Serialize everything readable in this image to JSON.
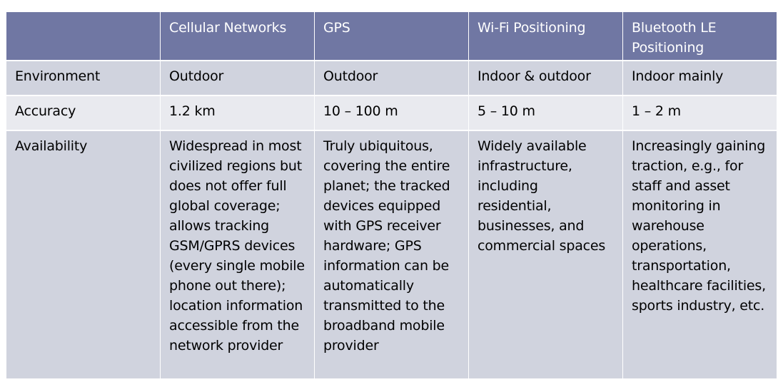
{
  "table": {
    "headers": [
      "",
      "Cellular Networks",
      "GPS",
      "Wi-Fi Positioning",
      "Bluetooth LE Positioning"
    ],
    "rows": [
      {
        "label": "Environment",
        "cells": [
          "Outdoor",
          "Outdoor",
          "Indoor & outdoor",
          "Indoor mainly"
        ]
      },
      {
        "label": "Accuracy",
        "cells": [
          "1.2 km",
          "10 – 100 m",
          "5 – 10 m",
          "1 – 2 m"
        ]
      },
      {
        "label": "Availability",
        "cells": [
          "Widespread in most civilized regions but does not offer full global coverage; allows tracking GSM/GPRS devices (every single mobile phone out there); location information accessible from the network provider",
          "Truly ubiquitous, covering the entire planet; the tracked devices equipped with GPS receiver hardware; GPS information can be automatically transmitted to the broadband mobile provider",
          "Widely available infrastructure, including residential, businesses, and commercial spaces",
          "Increasingly gaining traction, e.g., for staff and asset monitoring in warehouse operations, transportation, healthcare facilities, sports industry, etc."
        ]
      }
    ]
  }
}
